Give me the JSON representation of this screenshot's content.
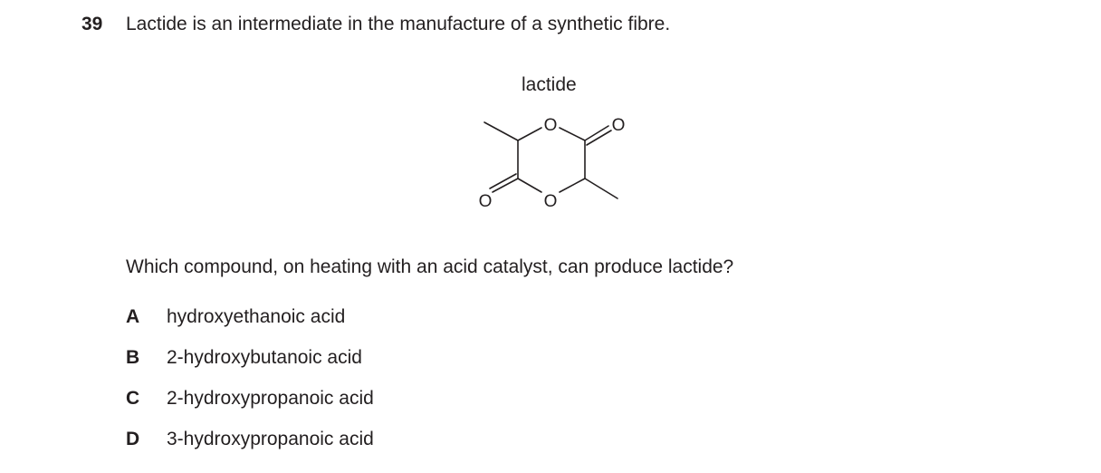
{
  "question": {
    "number": "39",
    "stem": "Lactide is an intermediate in the manufacture of a synthetic fibre.",
    "molecule_label": "lactide",
    "prompt": "Which compound, on heating with an acid catalyst, can produce lactide?",
    "atom_label": "O",
    "options": [
      {
        "letter": "A",
        "text": "hydroxyethanoic acid"
      },
      {
        "letter": "B",
        "text": "2-hydroxybutanoic acid"
      },
      {
        "letter": "C",
        "text": "2-hydroxypropanoic acid"
      },
      {
        "letter": "D",
        "text": "3-hydroxypropanoic acid"
      }
    ]
  }
}
